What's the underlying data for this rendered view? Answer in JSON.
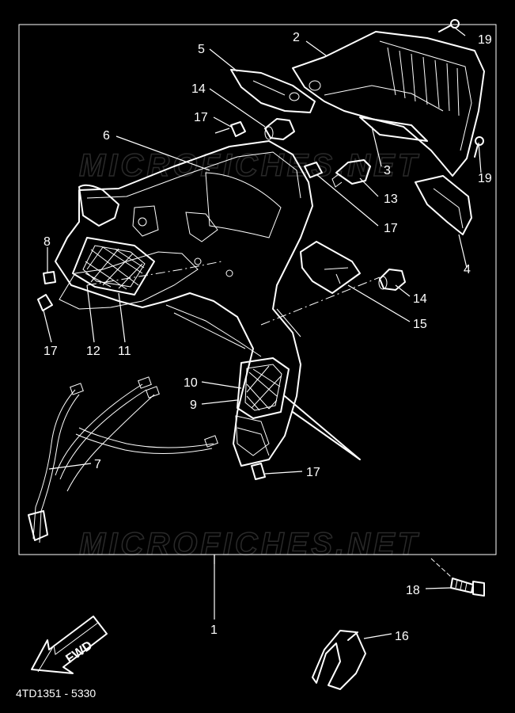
{
  "diagram_code": "4TD1351 - 5330",
  "direction_label": "FWD",
  "watermark": "MICROFICHES.NET",
  "callouts": {
    "c1": "1",
    "c2": "2",
    "c3": "3",
    "c4": "4",
    "c5": "5",
    "c6": "6",
    "c7": "7",
    "c8": "8",
    "c9": "9",
    "c10": "10",
    "c11": "11",
    "c12": "12",
    "c13": "13",
    "c14a": "14",
    "c14b": "14",
    "c15": "15",
    "c16": "16",
    "c17a": "17",
    "c17b": "17",
    "c17c": "17",
    "c17d": "17",
    "c18": "18",
    "c19a": "19",
    "c19b": "19"
  }
}
